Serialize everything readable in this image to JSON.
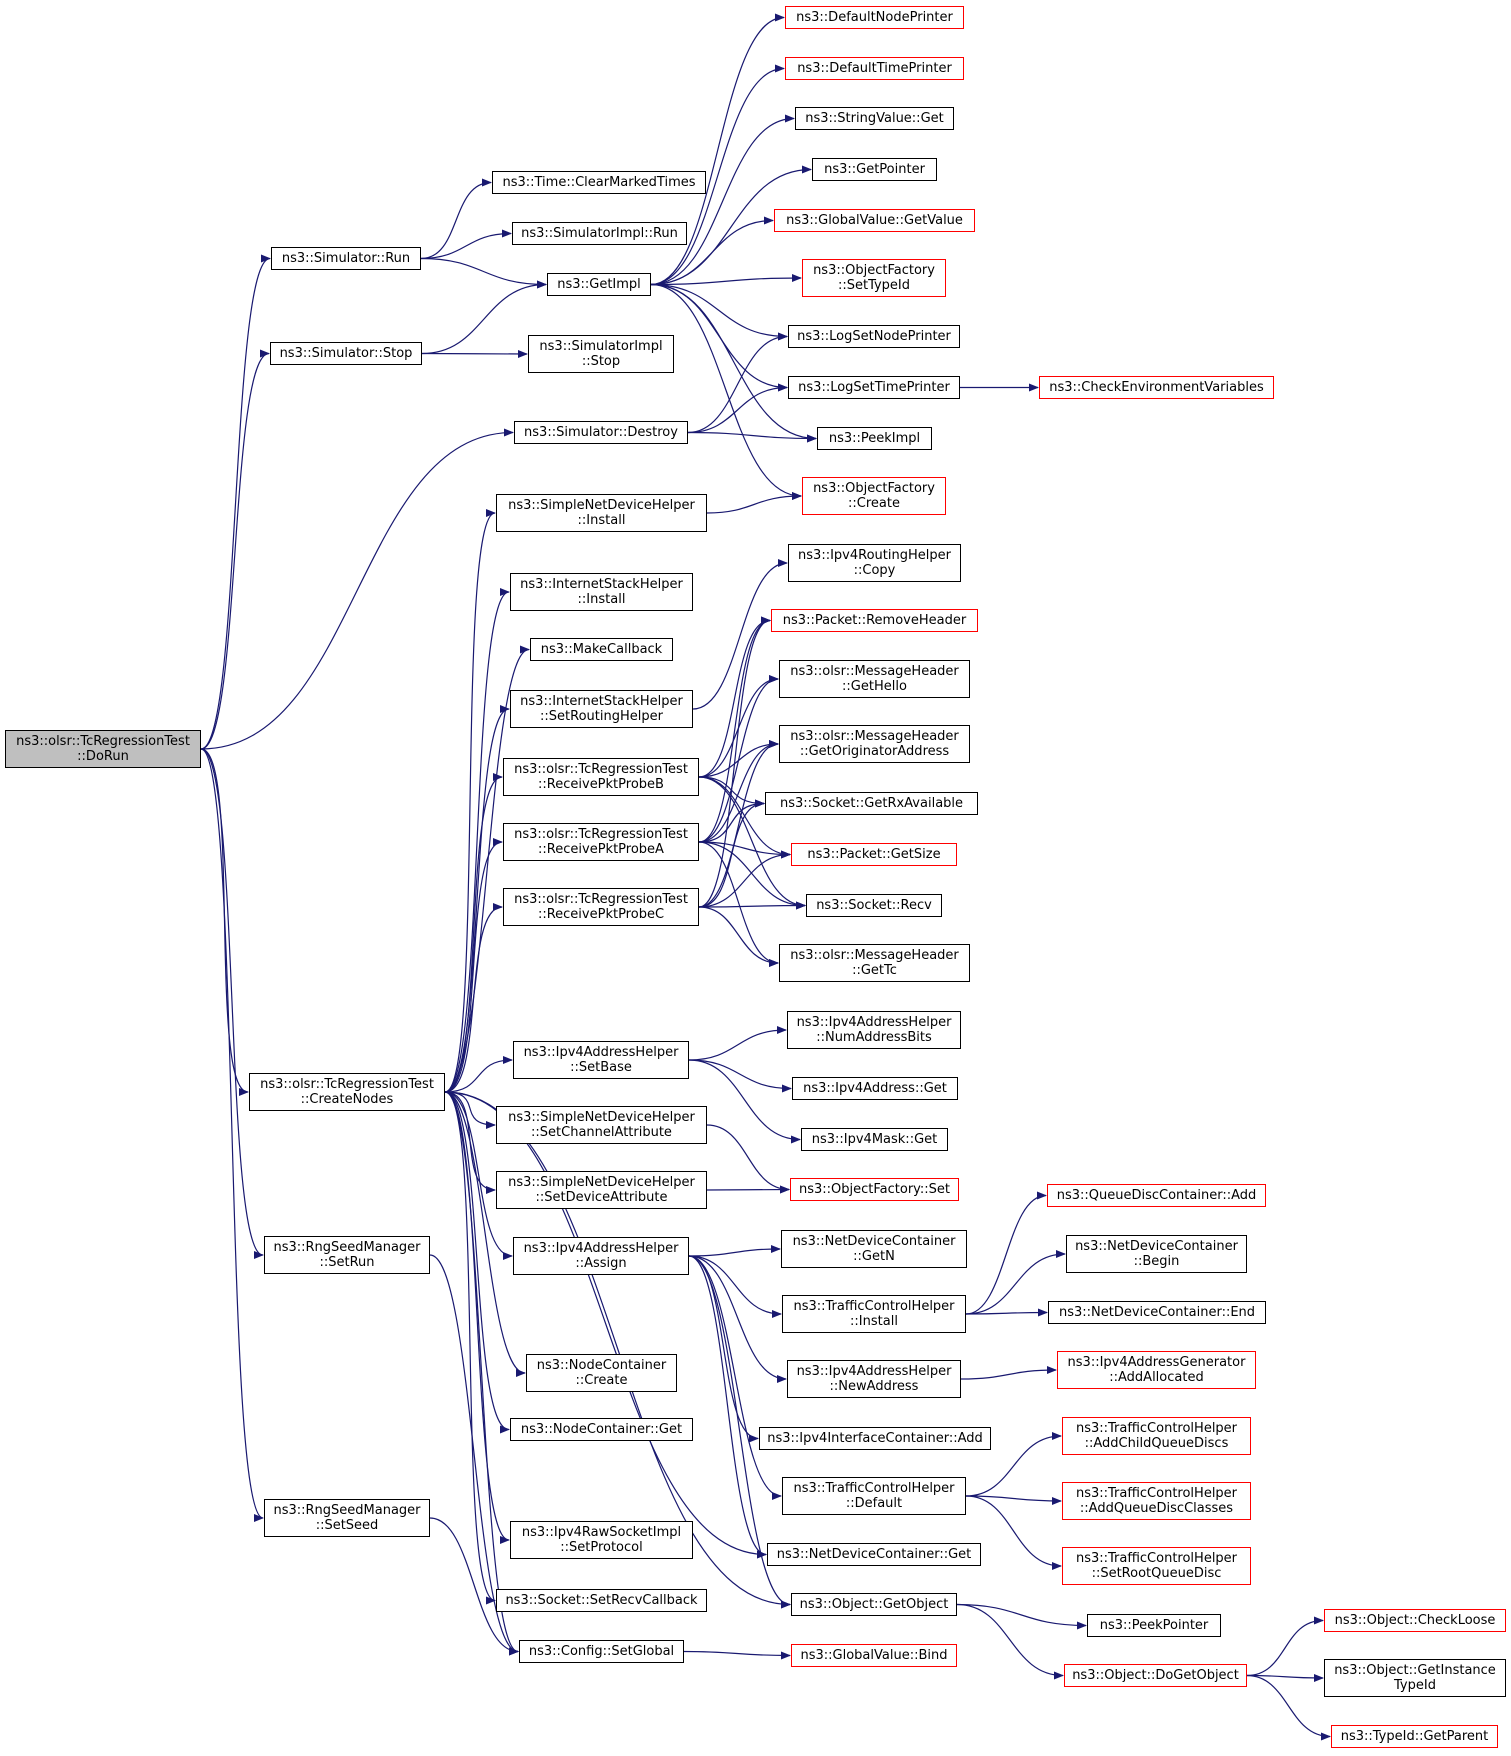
{
  "colors": {
    "edge": "#191970",
    "node_border": "#000000",
    "link_border_red": "#ff0000",
    "root_fill": "#bfbfbf"
  },
  "nodes": {
    "dorun": {
      "label": "ns3::olsr::TcRegressionTest\n::DoRun",
      "style": "root"
    },
    "sim_run": {
      "label": "ns3::Simulator::Run",
      "style": "black"
    },
    "sim_stop": {
      "label": "ns3::Simulator::Stop",
      "style": "black"
    },
    "sim_destroy": {
      "label": "ns3::Simulator::Destroy",
      "style": "black"
    },
    "createnodes": {
      "label": "ns3::olsr::TcRegressionTest\n::CreateNodes",
      "style": "black"
    },
    "rng_setrun": {
      "label": "ns3::RngSeedManager\n::SetRun",
      "style": "black"
    },
    "rng_setseed": {
      "label": "ns3::RngSeedManager\n::SetSeed",
      "style": "black"
    },
    "time_clear": {
      "label": "ns3::Time::ClearMarkedTimes",
      "style": "black"
    },
    "simimpl_run": {
      "label": "ns3::SimulatorImpl::Run",
      "style": "black"
    },
    "getimpl": {
      "label": "ns3::GetImpl",
      "style": "black"
    },
    "simimpl_stop": {
      "label": "ns3::SimulatorImpl\n::Stop",
      "style": "black"
    },
    "sndh_install": {
      "label": "ns3::SimpleNetDeviceHelper\n::Install",
      "style": "black"
    },
    "ish_install": {
      "label": "ns3::InternetStackHelper\n::Install",
      "style": "black"
    },
    "makecallback": {
      "label": "ns3::MakeCallback",
      "style": "black"
    },
    "ish_setrouting": {
      "label": "ns3::InternetStackHelper\n::SetRoutingHelper",
      "style": "black"
    },
    "rpb": {
      "label": "ns3::olsr::TcRegressionTest\n::ReceivePktProbeB",
      "style": "black"
    },
    "rpa": {
      "label": "ns3::olsr::TcRegressionTest\n::ReceivePktProbeA",
      "style": "black"
    },
    "rpc": {
      "label": "ns3::olsr::TcRegressionTest\n::ReceivePktProbeC",
      "style": "black"
    },
    "iah_setbase": {
      "label": "ns3::Ipv4AddressHelper\n::SetBase",
      "style": "black"
    },
    "sndh_setchan": {
      "label": "ns3::SimpleNetDeviceHelper\n::SetChannelAttribute",
      "style": "black"
    },
    "sndh_setdev": {
      "label": "ns3::SimpleNetDeviceHelper\n::SetDeviceAttribute",
      "style": "black"
    },
    "iah_assign": {
      "label": "ns3::Ipv4AddressHelper\n::Assign",
      "style": "black"
    },
    "nc_create": {
      "label": "ns3::NodeContainer\n::Create",
      "style": "black"
    },
    "nc_get": {
      "label": "ns3::NodeContainer::Get",
      "style": "black"
    },
    "raw_setproto": {
      "label": "ns3::Ipv4RawSocketImpl\n::SetProtocol",
      "style": "black"
    },
    "sock_setrecvcb": {
      "label": "ns3::Socket::SetRecvCallback",
      "style": "black"
    },
    "config_setglobal": {
      "label": "ns3::Config::SetGlobal",
      "style": "black"
    },
    "def_node_printer": {
      "label": "ns3::DefaultNodePrinter",
      "style": "red"
    },
    "def_time_printer": {
      "label": "ns3::DefaultTimePrinter",
      "style": "red"
    },
    "stringvalue_get": {
      "label": "ns3::StringValue::Get",
      "style": "black"
    },
    "getpointer": {
      "label": "ns3::GetPointer",
      "style": "black"
    },
    "gv_getvalue": {
      "label": "ns3::GlobalValue::GetValue",
      "style": "red"
    },
    "of_settypeid": {
      "label": "ns3::ObjectFactory\n::SetTypeId",
      "style": "red"
    },
    "logsetnodeprinter": {
      "label": "ns3::LogSetNodePrinter",
      "style": "black"
    },
    "logsettimeprinter": {
      "label": "ns3::LogSetTimePrinter",
      "style": "black"
    },
    "peekimpl": {
      "label": "ns3::PeekImpl",
      "style": "black"
    },
    "of_create": {
      "label": "ns3::ObjectFactory\n::Create",
      "style": "red"
    },
    "checkenv": {
      "label": "ns3::CheckEnvironmentVariables",
      "style": "red"
    },
    "irh_copy": {
      "label": "ns3::Ipv4RoutingHelper\n::Copy",
      "style": "black"
    },
    "pkt_removeheader": {
      "label": "ns3::Packet::RemoveHeader",
      "style": "red"
    },
    "mh_gethello": {
      "label": "ns3::olsr::MessageHeader\n::GetHello",
      "style": "black"
    },
    "mh_getorig": {
      "label": "ns3::olsr::MessageHeader\n::GetOriginatorAddress",
      "style": "black"
    },
    "sock_getrx": {
      "label": "ns3::Socket::GetRxAvailable",
      "style": "black"
    },
    "pkt_getsize": {
      "label": "ns3::Packet::GetSize",
      "style": "red"
    },
    "sock_recv": {
      "label": "ns3::Socket::Recv",
      "style": "black"
    },
    "mh_gettc": {
      "label": "ns3::olsr::MessageHeader\n::GetTc",
      "style": "black"
    },
    "iah_numaddrbits": {
      "label": "ns3::Ipv4AddressHelper\n::NumAddressBits",
      "style": "black"
    },
    "ipv4addr_get": {
      "label": "ns3::Ipv4Address::Get",
      "style": "black"
    },
    "ipv4mask_get": {
      "label": "ns3::Ipv4Mask::Get",
      "style": "black"
    },
    "of_set": {
      "label": "ns3::ObjectFactory::Set",
      "style": "red"
    },
    "ndc_getn": {
      "label": "ns3::NetDeviceContainer\n::GetN",
      "style": "black"
    },
    "tch_install": {
      "label": "ns3::TrafficControlHelper\n::Install",
      "style": "black"
    },
    "iah_newaddr": {
      "label": "ns3::Ipv4AddressHelper\n::NewAddress",
      "style": "black"
    },
    "iic_add": {
      "label": "ns3::Ipv4InterfaceContainer::Add",
      "style": "black"
    },
    "tch_default": {
      "label": "ns3::TrafficControlHelper\n::Default",
      "style": "black"
    },
    "ndc_get": {
      "label": "ns3::NetDeviceContainer::Get",
      "style": "black"
    },
    "obj_getobject": {
      "label": "ns3::Object::GetObject",
      "style": "black"
    },
    "gv_bind": {
      "label": "ns3::GlobalValue::Bind",
      "style": "red"
    },
    "qdc_add": {
      "label": "ns3::QueueDiscContainer::Add",
      "style": "red"
    },
    "ndc_begin": {
      "label": "ns3::NetDeviceContainer\n::Begin",
      "style": "black"
    },
    "ndc_end": {
      "label": "ns3::NetDeviceContainer::End",
      "style": "black"
    },
    "iag_addalloc": {
      "label": "ns3::Ipv4AddressGenerator\n::AddAllocated",
      "style": "red"
    },
    "tch_addchild": {
      "label": "ns3::TrafficControlHelper\n::AddChildQueueDiscs",
      "style": "red"
    },
    "tch_addclasses": {
      "label": "ns3::TrafficControlHelper\n::AddQueueDiscClasses",
      "style": "red"
    },
    "tch_setroot": {
      "label": "ns3::TrafficControlHelper\n::SetRootQueueDisc",
      "style": "red"
    },
    "peekpointer": {
      "label": "ns3::PeekPointer",
      "style": "black"
    },
    "obj_dogetobject": {
      "label": "ns3::Object::DoGetObject",
      "style": "red"
    },
    "obj_checkloose": {
      "label": "ns3::Object::CheckLoose",
      "style": "red"
    },
    "obj_getinstancetypeid": {
      "label": "ns3::Object::GetInstance\nTypeId",
      "style": "black"
    },
    "typeid_getparent": {
      "label": "ns3::TypeId::GetParent",
      "style": "red"
    }
  },
  "edges": [
    [
      "dorun",
      "sim_run"
    ],
    [
      "dorun",
      "sim_stop"
    ],
    [
      "dorun",
      "sim_destroy"
    ],
    [
      "dorun",
      "createnodes"
    ],
    [
      "dorun",
      "rng_setrun"
    ],
    [
      "dorun",
      "rng_setseed"
    ],
    [
      "sim_run",
      "time_clear"
    ],
    [
      "sim_run",
      "simimpl_run"
    ],
    [
      "sim_run",
      "getimpl"
    ],
    [
      "sim_stop",
      "getimpl"
    ],
    [
      "sim_stop",
      "simimpl_stop"
    ],
    [
      "sim_destroy",
      "logsetnodeprinter"
    ],
    [
      "sim_destroy",
      "logsettimeprinter"
    ],
    [
      "sim_destroy",
      "peekimpl"
    ],
    [
      "getimpl",
      "def_node_printer"
    ],
    [
      "getimpl",
      "def_time_printer"
    ],
    [
      "getimpl",
      "stringvalue_get"
    ],
    [
      "getimpl",
      "getpointer"
    ],
    [
      "getimpl",
      "gv_getvalue"
    ],
    [
      "getimpl",
      "of_settypeid"
    ],
    [
      "getimpl",
      "logsetnodeprinter"
    ],
    [
      "getimpl",
      "logsettimeprinter"
    ],
    [
      "getimpl",
      "peekimpl"
    ],
    [
      "getimpl",
      "of_create"
    ],
    [
      "logsettimeprinter",
      "checkenv"
    ],
    [
      "createnodes",
      "sndh_install"
    ],
    [
      "createnodes",
      "ish_install"
    ],
    [
      "createnodes",
      "makecallback"
    ],
    [
      "createnodes",
      "ish_setrouting"
    ],
    [
      "createnodes",
      "rpb"
    ],
    [
      "createnodes",
      "rpa"
    ],
    [
      "createnodes",
      "rpc"
    ],
    [
      "createnodes",
      "iah_setbase"
    ],
    [
      "createnodes",
      "sndh_setchan"
    ],
    [
      "createnodes",
      "sndh_setdev"
    ],
    [
      "createnodes",
      "iah_assign"
    ],
    [
      "createnodes",
      "nc_create"
    ],
    [
      "createnodes",
      "nc_get"
    ],
    [
      "createnodes",
      "raw_setproto"
    ],
    [
      "createnodes",
      "sock_setrecvcb"
    ],
    [
      "createnodes",
      "config_setglobal"
    ],
    [
      "createnodes",
      "obj_getobject"
    ],
    [
      "createnodes",
      "ndc_get"
    ],
    [
      "sndh_install",
      "of_create"
    ],
    [
      "ish_setrouting",
      "irh_copy"
    ],
    [
      "rpb",
      "pkt_removeheader"
    ],
    [
      "rpb",
      "mh_gethello"
    ],
    [
      "rpb",
      "mh_getorig"
    ],
    [
      "rpb",
      "sock_getrx"
    ],
    [
      "rpb",
      "pkt_getsize"
    ],
    [
      "rpb",
      "sock_recv"
    ],
    [
      "rpa",
      "pkt_removeheader"
    ],
    [
      "rpa",
      "mh_gethello"
    ],
    [
      "rpa",
      "mh_getorig"
    ],
    [
      "rpa",
      "sock_getrx"
    ],
    [
      "rpa",
      "pkt_getsize"
    ],
    [
      "rpa",
      "sock_recv"
    ],
    [
      "rpa",
      "mh_gettc"
    ],
    [
      "rpc",
      "pkt_removeheader"
    ],
    [
      "rpc",
      "mh_getorig"
    ],
    [
      "rpc",
      "sock_getrx"
    ],
    [
      "rpc",
      "pkt_getsize"
    ],
    [
      "rpc",
      "sock_recv"
    ],
    [
      "rpc",
      "mh_gettc"
    ],
    [
      "iah_setbase",
      "iah_numaddrbits"
    ],
    [
      "iah_setbase",
      "ipv4addr_get"
    ],
    [
      "iah_setbase",
      "ipv4mask_get"
    ],
    [
      "sndh_setchan",
      "of_set"
    ],
    [
      "sndh_setdev",
      "of_set"
    ],
    [
      "iah_assign",
      "ndc_getn"
    ],
    [
      "iah_assign",
      "tch_install"
    ],
    [
      "iah_assign",
      "iah_newaddr"
    ],
    [
      "iah_assign",
      "iic_add"
    ],
    [
      "iah_assign",
      "tch_default"
    ],
    [
      "iah_assign",
      "ndc_get"
    ],
    [
      "iah_assign",
      "obj_getobject"
    ],
    [
      "tch_install",
      "qdc_add"
    ],
    [
      "tch_install",
      "ndc_begin"
    ],
    [
      "tch_install",
      "ndc_end"
    ],
    [
      "iah_newaddr",
      "iag_addalloc"
    ],
    [
      "tch_default",
      "tch_addchild"
    ],
    [
      "tch_default",
      "tch_addclasses"
    ],
    [
      "tch_default",
      "tch_setroot"
    ],
    [
      "rng_setrun",
      "config_setglobal"
    ],
    [
      "rng_setseed",
      "config_setglobal"
    ],
    [
      "config_setglobal",
      "gv_bind"
    ],
    [
      "obj_getobject",
      "peekpointer"
    ],
    [
      "obj_getobject",
      "obj_dogetobject"
    ],
    [
      "obj_dogetobject",
      "obj_checkloose"
    ],
    [
      "obj_dogetobject",
      "obj_getinstancetypeid"
    ],
    [
      "obj_dogetobject",
      "typeid_getparent"
    ]
  ]
}
